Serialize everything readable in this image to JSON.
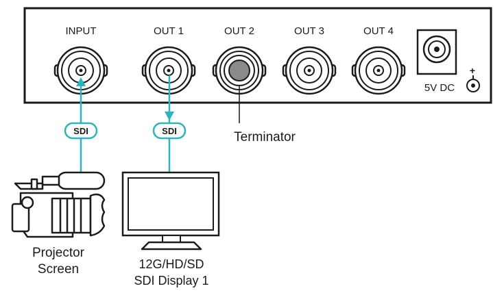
{
  "panel": {
    "ports": [
      {
        "label": "INPUT",
        "type": "bnc"
      },
      {
        "label": "OUT 1",
        "type": "bnc"
      },
      {
        "label": "OUT 2",
        "type": "terminated"
      },
      {
        "label": "OUT 3",
        "type": "bnc"
      },
      {
        "label": "OUT 4",
        "type": "bnc"
      }
    ],
    "power": {
      "label": "5V DC",
      "polarity": "+"
    }
  },
  "connections": [
    {
      "label": "SDI",
      "port": "INPUT",
      "direction": "up"
    },
    {
      "label": "SDI",
      "port": "OUT 1",
      "direction": "down"
    }
  ],
  "terminator": {
    "label": "Terminator"
  },
  "devices": {
    "source": {
      "icon": "video-camera-icon",
      "label_lines": [
        "Projector",
        "Screen"
      ]
    },
    "display": {
      "icon": "monitor-icon",
      "label_lines": [
        "12G/HD/SD",
        "SDI Display 1"
      ]
    }
  },
  "colors": {
    "cable": "#2bb3c0",
    "outline": "#1a1a1a",
    "terminator_fill": "#8a8a8a"
  }
}
